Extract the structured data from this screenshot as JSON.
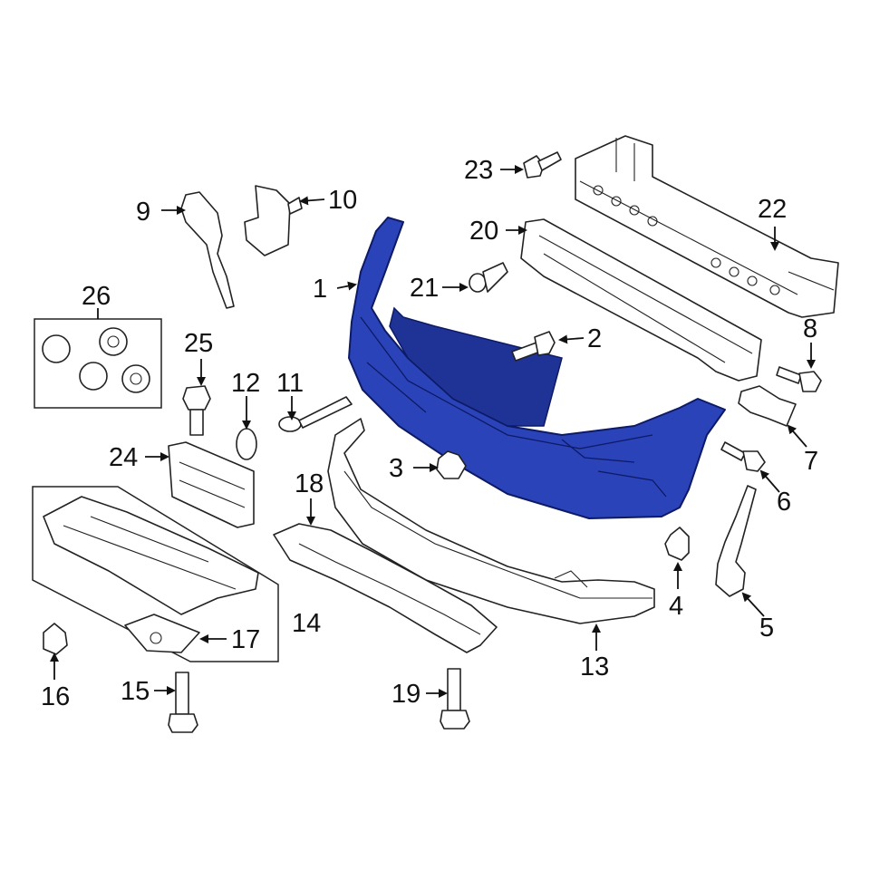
{
  "diagram": {
    "highlight_color": "#2b43b8",
    "highlighted_part": "1",
    "callouts": [
      {
        "id": "c1",
        "text": "1"
      },
      {
        "id": "c2",
        "text": "2"
      },
      {
        "id": "c3",
        "text": "3"
      },
      {
        "id": "c4",
        "text": "4"
      },
      {
        "id": "c5",
        "text": "5"
      },
      {
        "id": "c6",
        "text": "6"
      },
      {
        "id": "c7",
        "text": "7"
      },
      {
        "id": "c8",
        "text": "8"
      },
      {
        "id": "c9",
        "text": "9"
      },
      {
        "id": "c10",
        "text": "10"
      },
      {
        "id": "c11",
        "text": "11"
      },
      {
        "id": "c12",
        "text": "12"
      },
      {
        "id": "c13",
        "text": "13"
      },
      {
        "id": "c14",
        "text": "14"
      },
      {
        "id": "c15",
        "text": "15"
      },
      {
        "id": "c16",
        "text": "16"
      },
      {
        "id": "c17",
        "text": "17"
      },
      {
        "id": "c18",
        "text": "18"
      },
      {
        "id": "c19",
        "text": "19"
      },
      {
        "id": "c20",
        "text": "20"
      },
      {
        "id": "c21",
        "text": "21"
      },
      {
        "id": "c22",
        "text": "22"
      },
      {
        "id": "c23",
        "text": "23"
      },
      {
        "id": "c24",
        "text": "24"
      },
      {
        "id": "c25",
        "text": "25"
      },
      {
        "id": "c26",
        "text": "26"
      }
    ]
  }
}
